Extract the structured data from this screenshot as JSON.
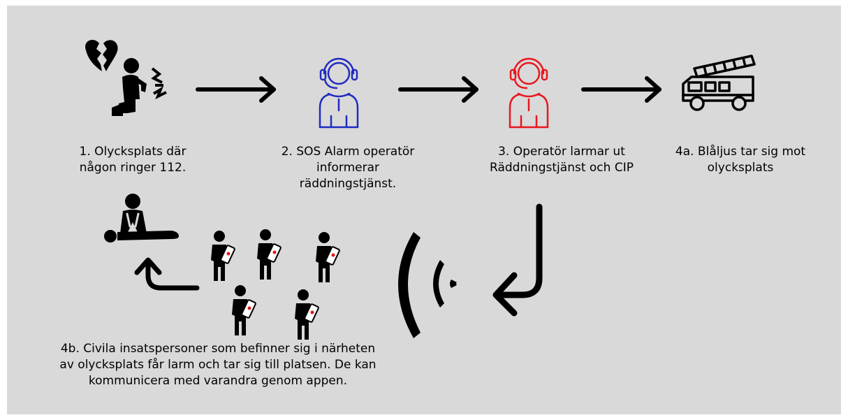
{
  "steps": {
    "step1": {
      "caption_line1": "1. Olycksplats där",
      "caption_line2": "någon ringer 112."
    },
    "step2": {
      "caption_line1": "2. SOS Alarm operatör",
      "caption_line2": "informerar",
      "caption_line3": "räddningstjänst."
    },
    "step3": {
      "caption_line1": "3. Operatör larmar ut",
      "caption_line2": "Räddningstjänst och CIP"
    },
    "step4a": {
      "caption_line1": "4a. Blåljus tar sig mot",
      "caption_line2": "olycksplats"
    },
    "step4b": {
      "caption_line1": "4b. Civila insatspersoner som befinner sig i närheten",
      "caption_line2": "av olycksplats får larm och tar sig till platsen. De kan",
      "caption_line3": "kommunicera med varandra genom appen."
    }
  },
  "colors": {
    "background": "#d9d9d9",
    "ink": "#000000",
    "sos_operator": "#1f2bbf",
    "rescue_operator": "#e8171d",
    "phone_accent": "#e8171d"
  },
  "icons": [
    "broken-heart-icon",
    "person-calling-icon",
    "arrow-right-icon",
    "sos-operator-headset-icon",
    "rescue-operator-headset-icon",
    "fire-truck-icon",
    "curved-arrow-down-left-icon",
    "wireless-signal-icon",
    "person-with-phone-icon",
    "cpr-icon",
    "curved-arrow-up-left-icon"
  ]
}
